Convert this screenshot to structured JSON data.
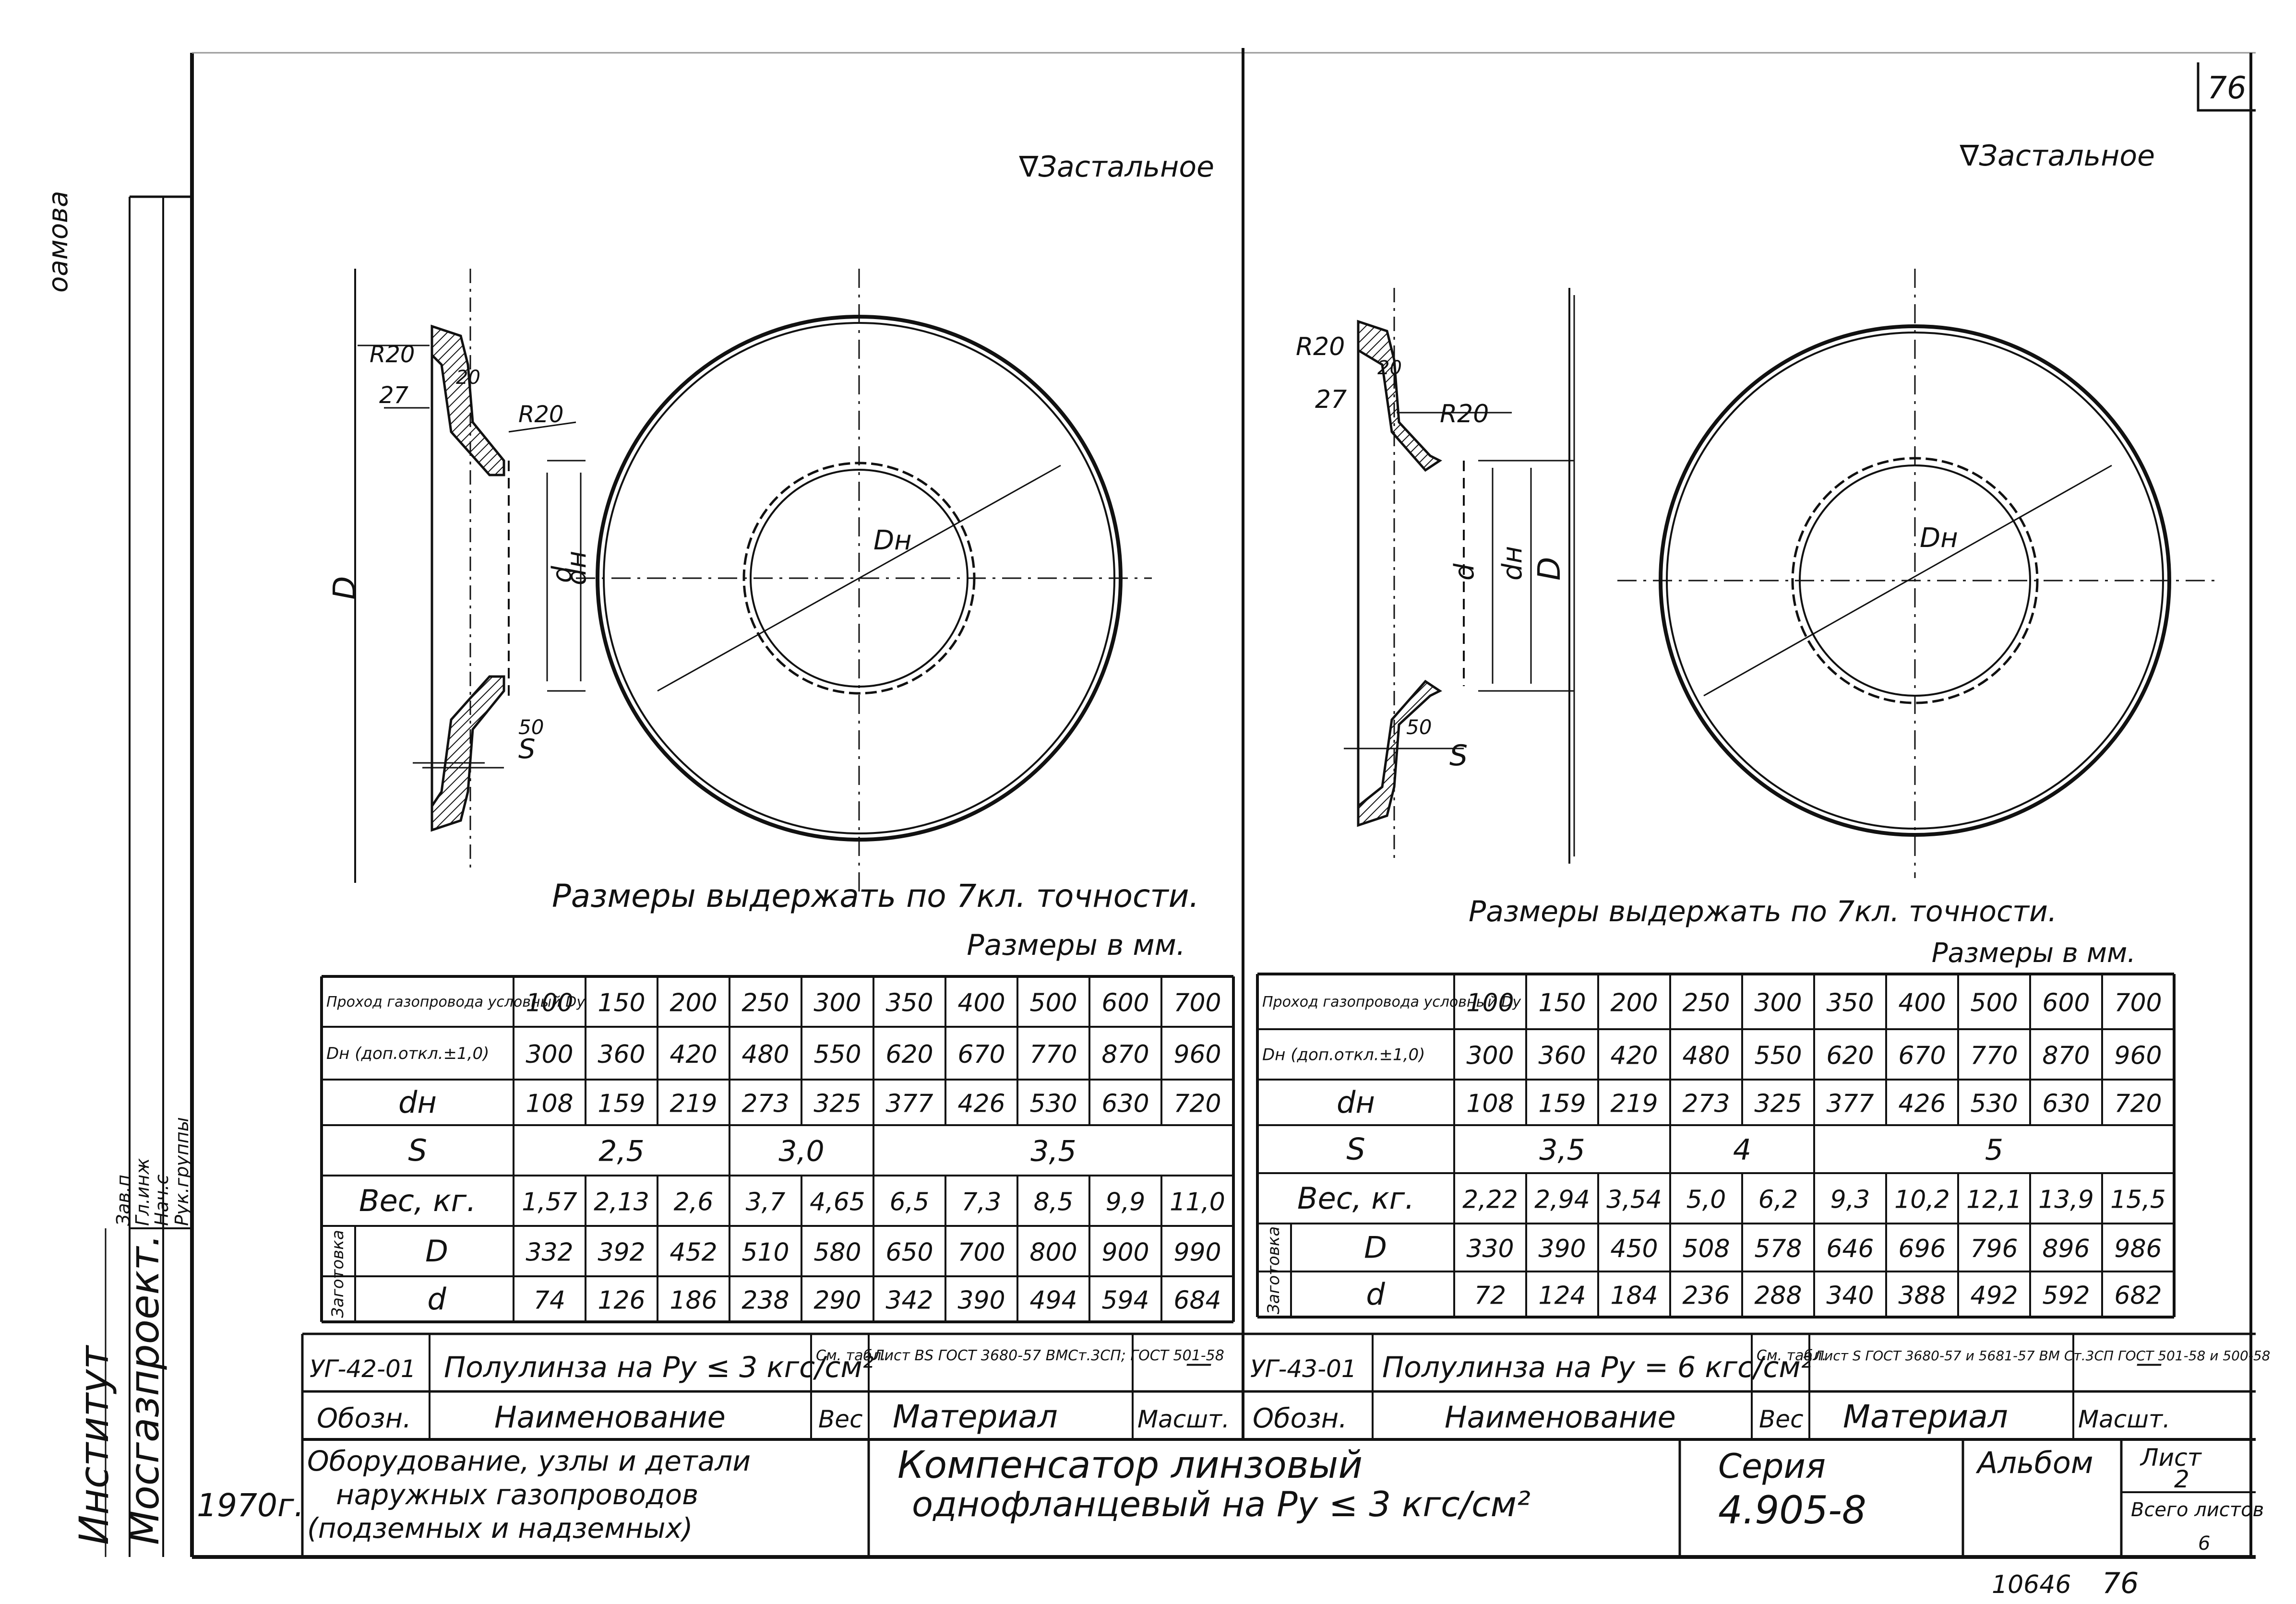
{
  "page_number": "76",
  "surface_note": "Застальное",
  "vertical_stamp": "оамова",
  "left_column": {
    "institute_label": "Институт",
    "institute_name": "Мосгазпроект.",
    "staff_roles": [
      "Зав.п",
      "Гл.инж",
      "Нач.с",
      "Рук.группы"
    ]
  },
  "left_drawing": {
    "labels": [
      "R20",
      "27",
      "R20",
      "20",
      "D",
      "d",
      "dн",
      "Dн",
      "50",
      "S"
    ],
    "note": "Размеры выдержать по 7кл. точности.",
    "units": "Размеры в мм.",
    "table": {
      "row_headers": [
        "Проход газопровода условный Dу",
        "Dн (доп.откл.±1,0)",
        "dн",
        "S",
        "Вес, кг.",
        "D",
        "d"
      ],
      "blank_label": "Заготовка",
      "rows": [
        [
          "100",
          "150",
          "200",
          "250",
          "300",
          "350",
          "400",
          "500",
          "600",
          "700"
        ],
        [
          "300",
          "360",
          "420",
          "480",
          "550",
          "620",
          "670",
          "770",
          "870",
          "960"
        ],
        [
          "108",
          "159",
          "219",
          "273",
          "325",
          "377",
          "426",
          "530",
          "630",
          "720"
        ],
        [
          "2,5",
          "3,0",
          "3,5"
        ],
        [
          "1,57",
          "2,13",
          "2,6",
          "3,7",
          "4,65",
          "6,5",
          "7,3",
          "8,5",
          "9,9",
          "11,0"
        ],
        [
          "332",
          "392",
          "452",
          "510",
          "580",
          "650",
          "700",
          "800",
          "900",
          "990"
        ],
        [
          "74",
          "126",
          "186",
          "238",
          "290",
          "342",
          "390",
          "494",
          "594",
          "684"
        ]
      ]
    },
    "spec": {
      "designation": "УГ-42-01",
      "name": "Полулинза на Ру ≤ 3 кгс/см²",
      "weight": "См. табл.",
      "material": "Лист ВS ГОСТ 3680-57 ВМСт.3СП; ГОСТ 501-58",
      "scale": "—"
    }
  },
  "right_drawing": {
    "labels": [
      "R20",
      "27",
      "R20",
      "20",
      "d",
      "dн",
      "D",
      "Dн",
      "50",
      "S"
    ],
    "note": "Размеры выдержать по 7кл. точности.",
    "units": "Размеры в мм.",
    "table": {
      "row_headers": [
        "Проход газопровода условный Dу",
        "Dн (доп.откл.±1,0)",
        "dн",
        "S",
        "Вес, кг.",
        "D",
        "d"
      ],
      "blank_label": "Заготовка",
      "rows": [
        [
          "100",
          "150",
          "200",
          "250",
          "300",
          "350",
          "400",
          "500",
          "600",
          "700"
        ],
        [
          "300",
          "360",
          "420",
          "480",
          "550",
          "620",
          "670",
          "770",
          "870",
          "960"
        ],
        [
          "108",
          "159",
          "219",
          "273",
          "325",
          "377",
          "426",
          "530",
          "630",
          "720"
        ],
        [
          "3,5",
          "4",
          "5"
        ],
        [
          "2,22",
          "2,94",
          "3,54",
          "5,0",
          "6,2",
          "9,3",
          "10,2",
          "12,1",
          "13,9",
          "15,5"
        ],
        [
          "330",
          "390",
          "450",
          "508",
          "578",
          "646",
          "696",
          "796",
          "896",
          "986"
        ],
        [
          "72",
          "124",
          "184",
          "236",
          "288",
          "340",
          "388",
          "492",
          "592",
          "682"
        ]
      ]
    },
    "spec": {
      "designation": "УГ-43-01",
      "name": "Полулинза на Ру = 6 кгс/см²",
      "weight": "См. табл.",
      "material": "Лист S ГОСТ 3680-57 и 5681-57 ВМ Ст.3СП ГОСТ 501-58 и 500-58",
      "scale": "—"
    }
  },
  "column_headers": {
    "designation": "Обозн.",
    "name": "Наименование",
    "weight": "Вес",
    "material": "Материал",
    "scale": "Масшт."
  },
  "title_block": {
    "year": "1970г.",
    "description": [
      "Оборудование, узлы и детали",
      "наружных газопроводов",
      "(подземных и надземных)"
    ],
    "title": [
      "Компенсатор линзовый",
      "однофланцевый на Ру ≤ 3 кгс/см²"
    ],
    "series_label": "Серия",
    "series_number": "4.905-8",
    "album_label": "Альбом",
    "sheet_label": "Лист",
    "sheet_number": "2",
    "total_label": "Всего листов",
    "total_number": "6"
  },
  "footer": {
    "archive_number": "10646",
    "page": "76"
  }
}
